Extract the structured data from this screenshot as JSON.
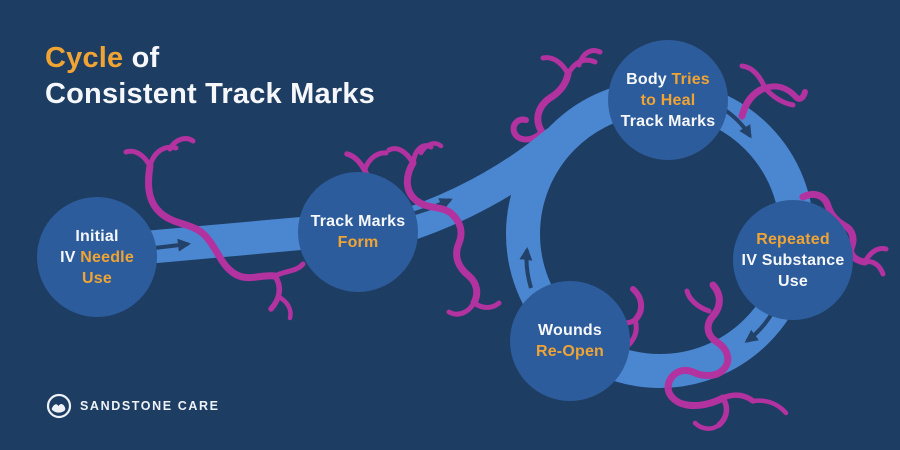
{
  "title": {
    "highlight": "Cycle",
    "suffix": " of",
    "line2": "Consistent Track Marks"
  },
  "nodes": [
    {
      "id": "initial-iv-needle-use",
      "label": "Initial IV Needle Use",
      "lines": [
        [
          {
            "text": "Initial",
            "color": "white"
          }
        ],
        [
          {
            "text": "IV ",
            "color": "white"
          },
          {
            "text": "Needle",
            "color": "orange"
          }
        ],
        [
          {
            "text": "Use",
            "color": "orange"
          }
        ]
      ]
    },
    {
      "id": "track-marks-form",
      "label": "Track Marks Form",
      "lines": [
        [
          {
            "text": "Track Marks",
            "color": "white"
          }
        ],
        [
          {
            "text": "Form",
            "color": "orange"
          }
        ]
      ]
    },
    {
      "id": "body-tries-to-heal-track-marks",
      "label": "Body Tries to Heal Track Marks",
      "lines": [
        [
          {
            "text": "Body ",
            "color": "white"
          },
          {
            "text": "Tries",
            "color": "orange"
          }
        ],
        [
          {
            "text": "to Heal",
            "color": "orange"
          }
        ],
        [
          {
            "text": "Track Marks",
            "color": "white"
          }
        ]
      ]
    },
    {
      "id": "repeated-iv-substance-use",
      "label": "Repeated IV Substance Use",
      "lines": [
        [
          {
            "text": "Repeated",
            "color": "orange"
          }
        ],
        [
          {
            "text": "IV Substance",
            "color": "white"
          }
        ],
        [
          {
            "text": "Use",
            "color": "white"
          }
        ]
      ]
    },
    {
      "id": "wounds-re-open",
      "label": "Wounds Re-Open",
      "lines": [
        [
          {
            "text": "Wounds",
            "color": "white"
          }
        ],
        [
          {
            "text": "Re-Open",
            "color": "orange"
          }
        ]
      ]
    }
  ],
  "flow": {
    "shape": "cycle",
    "edges": [
      {
        "from": "initial-iv-needle-use",
        "to": "track-marks-form"
      },
      {
        "from": "track-marks-form",
        "to": "body-tries-to-heal-track-marks"
      },
      {
        "from": "body-tries-to-heal-track-marks",
        "to": "repeated-iv-substance-use"
      },
      {
        "from": "repeated-iv-substance-use",
        "to": "wounds-re-open"
      },
      {
        "from": "wounds-re-open",
        "to": "body-tries-to-heal-track-marks"
      }
    ]
  },
  "logo": {
    "name": "SANDSTONE CARE",
    "icon": "mountain-circle-icon"
  },
  "colors": {
    "background": "#1e3d63",
    "node_fill": "#2c5c9b",
    "ribbon_blue": "#4b87d0",
    "vein_magenta": "#b232a0",
    "accent_orange": "#f0a434",
    "text_white": "#f5f7fa",
    "arrow_navy": "#234269"
  }
}
